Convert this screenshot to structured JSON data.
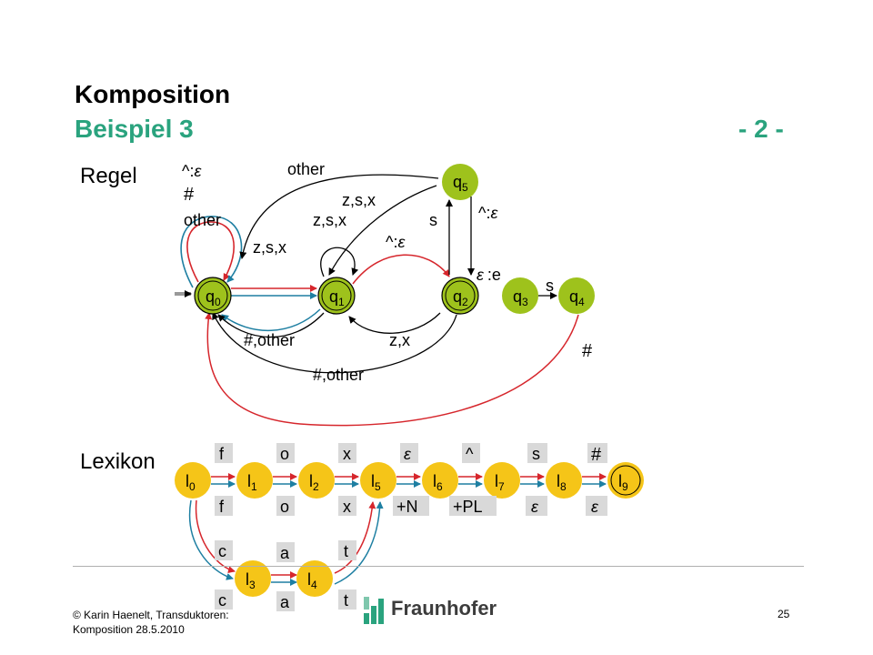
{
  "header": {
    "title": "Komposition",
    "subtitle": "Beispiel 3",
    "page_mark": "- 2 -"
  },
  "sections": {
    "regel": "Regel",
    "lexikon": "Lexikon"
  },
  "footer": {
    "line1": "© Karin  Haenelt, Transduktoren:",
    "line2": "Komposition 28.5.2010",
    "slide_number": "25",
    "logo_text": "Fraunhofer"
  },
  "regel": {
    "states": [
      {
        "name": "q",
        "sub": "0"
      },
      {
        "name": "q",
        "sub": "1"
      },
      {
        "name": "q",
        "sub": "2"
      },
      {
        "name": "q",
        "sub": "3"
      },
      {
        "name": "q",
        "sub": "4"
      },
      {
        "name": "q",
        "sub": "5"
      }
    ],
    "labels": {
      "caret_eps_q0": "^:",
      "hash_q0": "#",
      "other_q0": "other",
      "other_q5": "other",
      "zsx_q0q1": "z,s,x",
      "zsx_q1loop": "z,s,x",
      "zsx_q5q1": "z,s,x",
      "s_q2q5": "s",
      "caret_eps_q5q2": "^:",
      "caret_eps_q1q2": "^:",
      "eps_e": ":e",
      "s_q3q4": "s",
      "hash_other_q1q0": "#,other",
      "zx_q2q1": "z,x",
      "hash_other_q2q0": "#,other",
      "hash_q4q0": "#"
    },
    "epsilon": "ε"
  },
  "lexikon": {
    "states": [
      {
        "name": "l",
        "sub": "0"
      },
      {
        "name": "l",
        "sub": "1"
      },
      {
        "name": "l",
        "sub": "2"
      },
      {
        "name": "l",
        "sub": "5"
      },
      {
        "name": "l",
        "sub": "6"
      },
      {
        "name": "l",
        "sub": "7"
      },
      {
        "name": "l",
        "sub": "8"
      },
      {
        "name": "l",
        "sub": "9"
      },
      {
        "name": "l",
        "sub": "3"
      },
      {
        "name": "l",
        "sub": "4"
      }
    ],
    "upper": [
      "f",
      "o",
      "x",
      "ε",
      "^",
      "s",
      "#"
    ],
    "lower": [
      "f",
      "o",
      "x",
      "+N",
      "+PL",
      "ε",
      "ε"
    ],
    "branch_upper": [
      "c",
      "a",
      "t"
    ],
    "branch_lower": [
      "c",
      "a",
      "t"
    ]
  },
  "colors": {
    "green": "#9ec21c",
    "teal": "#2aa37e",
    "red": "#d6262c",
    "blue": "#1e7fa2",
    "box": "#d9d9d9"
  }
}
